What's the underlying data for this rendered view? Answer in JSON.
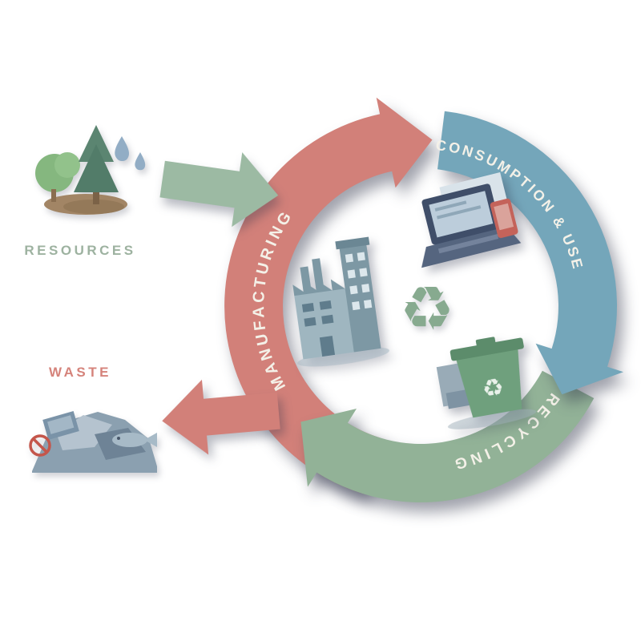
{
  "page": {
    "background": "#ffffff"
  },
  "cycle": {
    "segments": [
      {
        "label": "MANUFACTURING",
        "color": "#d28079"
      },
      {
        "label": "CONSUMPTION & USE",
        "color": "#74a6ba"
      },
      {
        "label": "RECYCLING",
        "color": "#92b297"
      }
    ],
    "label_color": "#f4f1e8",
    "center_icon_color": "#87aa8f"
  },
  "side": {
    "resources": {
      "label": "RESOURCES",
      "color": "#9db2a0"
    },
    "waste": {
      "label": "WASTE",
      "color": "#d5837b"
    },
    "input_arrow_color": "#9cbaa3",
    "output_arrow_color": "#d28079"
  },
  "icons": {
    "recycle_symbol_char": "♻",
    "bin_symbol_color": "#e9f1ea",
    "names": [
      "deciduous-tree-icon",
      "pine-tree-icon",
      "water-drop-icon",
      "soil-mound-icon",
      "input-arrow-icon",
      "factory-icon",
      "electronics-icon",
      "recycle-symbol-icon",
      "recycling-bin-icon",
      "output-arrow-icon",
      "waste-pile-icon",
      "no-sign-icon",
      "fish-icon"
    ]
  }
}
